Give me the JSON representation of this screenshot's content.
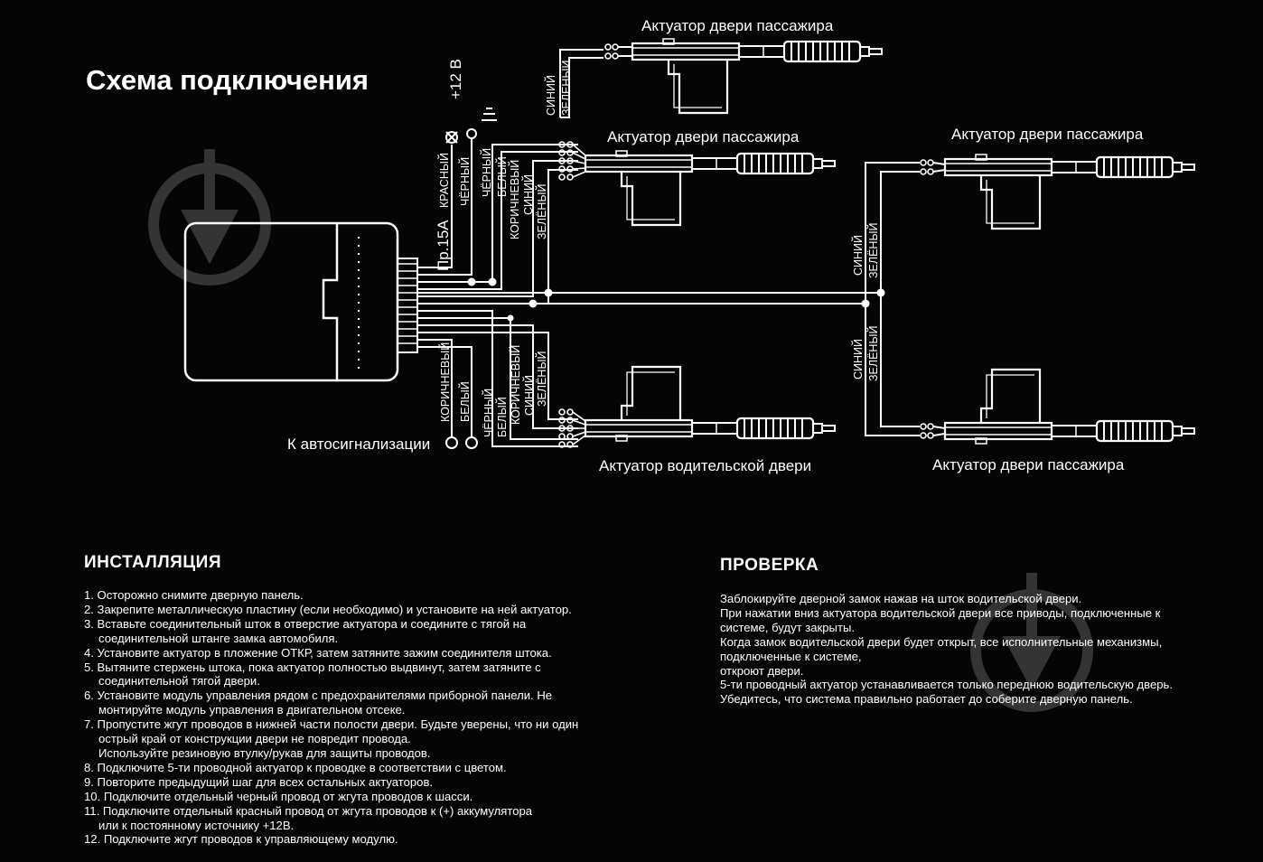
{
  "title": "Схема подключения",
  "labels": {
    "actuator_passenger": "Актуатор двери пассажира",
    "actuator_driver": "Актуатор водительской двери",
    "to_alarm": "К автосигнализации",
    "fuse": "Пр.15А",
    "plus12": "+12 В"
  },
  "wires": {
    "red": "КРАСНЫЙ",
    "black": "ЧЁРНЫЙ",
    "white": "БЕЛЫЙ",
    "brown": "КОРИЧНЕВЫЙ",
    "blue": "СИНИЙ",
    "green": "ЗЕЛЁНЫЙ"
  },
  "install": {
    "heading": "ИНСТАЛЛЯЦИЯ",
    "steps": [
      [
        "1. Осторожно снимите дверную панель."
      ],
      [
        "2. Закрепите металлическую пластину (если необходимо) и установите на ней актуатор."
      ],
      [
        "3. Вставьте соединительный шток в отверстие актуатора и соедините с тягой на",
        "соединительной штанге   замка автомобиля."
      ],
      [
        "4. Установите актуатор в пложение ОТКР, затем затяните зажим соединителя штока."
      ],
      [
        "5. Вытяните стержень штока, пока актуатор полностью выдвинут, затем затяните с",
        "соединительной тягой двери."
      ],
      [
        "6. Установите модуль управления рядом с предохранителями приборной панели. Не",
        "монтируйте модуль управления в  двигательном отсеке."
      ],
      [
        "7. Пропустите жгут проводов в нижней части полости двери. Будьте уверены, что ни один",
        "острый край от конструкции двери не повредит провода.",
        "Используйте резиновую втулку/рукав для защиты проводов."
      ],
      [
        "8. Подключите 5-ти  проводной актуатор к проводке в соответствии с цветом."
      ],
      [
        "9. Повторите предыдущий шаг для всех остальных актуаторов."
      ],
      [
        "10. Подключите отдельный черный провод от жгута проводов к шасси."
      ],
      [
        "11. Подключите отдельный красный провод от жгута проводов к (+) аккумулятора",
        "или к постоянному источнику +12В."
      ],
      [
        "12. Подключите жгут проводов к управляющему модулю."
      ]
    ]
  },
  "check": {
    "heading": "ПРОВЕРКА",
    "lines": [
      "Заблокируйте дверной замок нажав на шток водительской двери.",
      "При нажатии вниз актуатора водительской двери все приводы, подключенные к",
      "системе, будут закрыты.",
      "Когда замок водительской двери будет открыт, все исполнительные механизмы,",
      "подключенные к системе,",
      "откроют двери.",
      "5-ти проводный актуатор устанавливается только переднюю водительскую дверь.",
      "Убедитесь, что система правильно работает до соберите дверную панель."
    ]
  },
  "colors": {
    "background": "#050505",
    "line": "#ffffff",
    "watermark": "#3a3a3a"
  }
}
